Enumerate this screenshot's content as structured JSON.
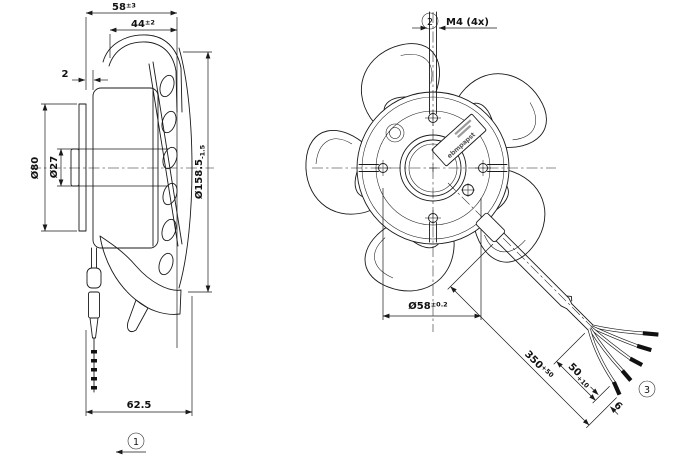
{
  "colors": {
    "line": "#1a1a1a",
    "background": "#ffffff"
  },
  "side_view": {
    "dim_depth_total": {
      "value": "58",
      "tol": "±3"
    },
    "dim_depth_guard": {
      "value": "44",
      "tol": "±2"
    },
    "dim_flange_offset": {
      "value": "2"
    },
    "dim_motor_diameter": {
      "value": "Ø80"
    },
    "dim_bearing_tube_diameter": {
      "value": "Ø27"
    },
    "dim_impeller_diameter": {
      "value": "Ø158.5",
      "tol": "-1.5"
    },
    "dim_overall_depth": {
      "value": "62.5"
    },
    "view_marker": "1"
  },
  "front_view": {
    "dim_pitch_circle_diameter": {
      "value": "Ø58",
      "tol": "±0.2"
    },
    "mounting_screw_note": "M4 (4x)",
    "screw_marker": "2",
    "hub_label_text": "ebmpapst"
  },
  "lead_wires": {
    "dim_cable_length": {
      "value": "350",
      "tol": "+50"
    },
    "dim_stripped_length": {
      "value": "50",
      "tol": "+10"
    },
    "dim_wire_end_length": {
      "value": "6"
    },
    "leads_marker": "3"
  }
}
